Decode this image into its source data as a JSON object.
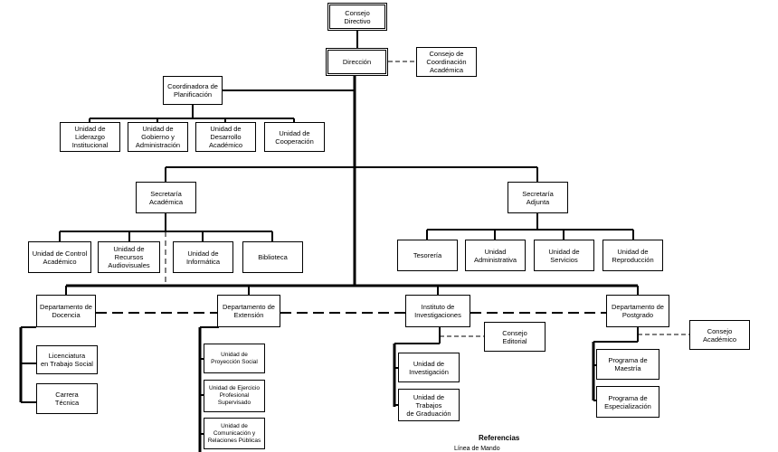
{
  "nodes": {
    "consejo_directivo": "Consejo\nDirectivo",
    "direccion": "Dirección",
    "consejo_coordinacion": "Consejo de\nCoordinación\nAcadémica",
    "coordinadora_planificacion": "Coordinadora de\nPlanificación",
    "u_liderazgo": "Unidad de\nLiderazgo\nInstitucional",
    "u_gobierno": "Unidad de\nGobierno y\nAdministración",
    "u_desarrollo": "Unidad de\nDesarrollo\nAcadémico",
    "u_cooperacion": "Unidad de\nCooperación",
    "secretaria_academica": "Secretaría\nAcadémica",
    "secretaria_adjunta": "Secretaría\nAdjunta",
    "u_control": "Unidad de Control\nAcadémico",
    "u_recursos": "Unidad de\nRecursos\nAudiovisuales",
    "u_informatica": "Unidad de\nInformática",
    "biblioteca": "Biblioteca",
    "tesoreria": "Tesorería",
    "u_administrativa": "Unidad\nAdministrativa",
    "u_servicios": "Unidad de\nServicios",
    "u_reproduccion": "Unidad de\nReproducción",
    "dep_docencia": "Departamento de\nDocencia",
    "dep_extension": "Departamento de\nExtensión",
    "inst_investigaciones": "Instituto de\nInvestigaciones",
    "dep_postgrado": "Departamento de\nPostgrado",
    "consejo_editorial": "Consejo\nEditorial",
    "consejo_academico": "Consejo\nAcadémico",
    "licenciatura": "Licenciatura\nen Trabajo Social",
    "carrera_tecnica": "Carrera\nTécnica",
    "u_proyeccion": "Unidad de\nProyección Social",
    "u_ejercicio": "Unidad de Ejercicio\nProfesional\nSupervisado",
    "u_comunicacion": "Unidad de\nComunicación y\nRelaciones Públicas",
    "u_investigacion": "Unidad de\nInvestigación",
    "u_trabajos": "Unidad de\nTrabajos\nde Graduación",
    "prog_maestria": "Programa de\nMaestría",
    "prog_especializacion": "Programa de\nEspecialización"
  },
  "legend": {
    "title": "Referencias",
    "line1": "Línea de Mando"
  }
}
